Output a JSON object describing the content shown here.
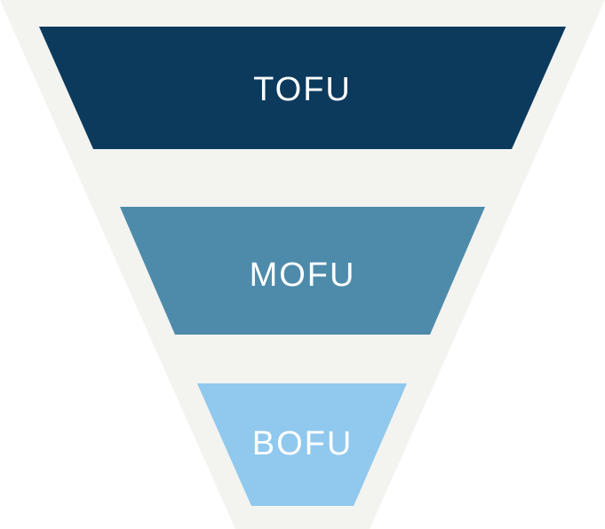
{
  "funnel": {
    "colors": {
      "outline": "#f3f3f0",
      "text": "#ffffff"
    },
    "stages": [
      {
        "label": "TOFU",
        "color": "#0b3a5c"
      },
      {
        "label": "MOFU",
        "color": "#4e8bab"
      },
      {
        "label": "BOFU",
        "color": "#90c8ee"
      }
    ]
  }
}
